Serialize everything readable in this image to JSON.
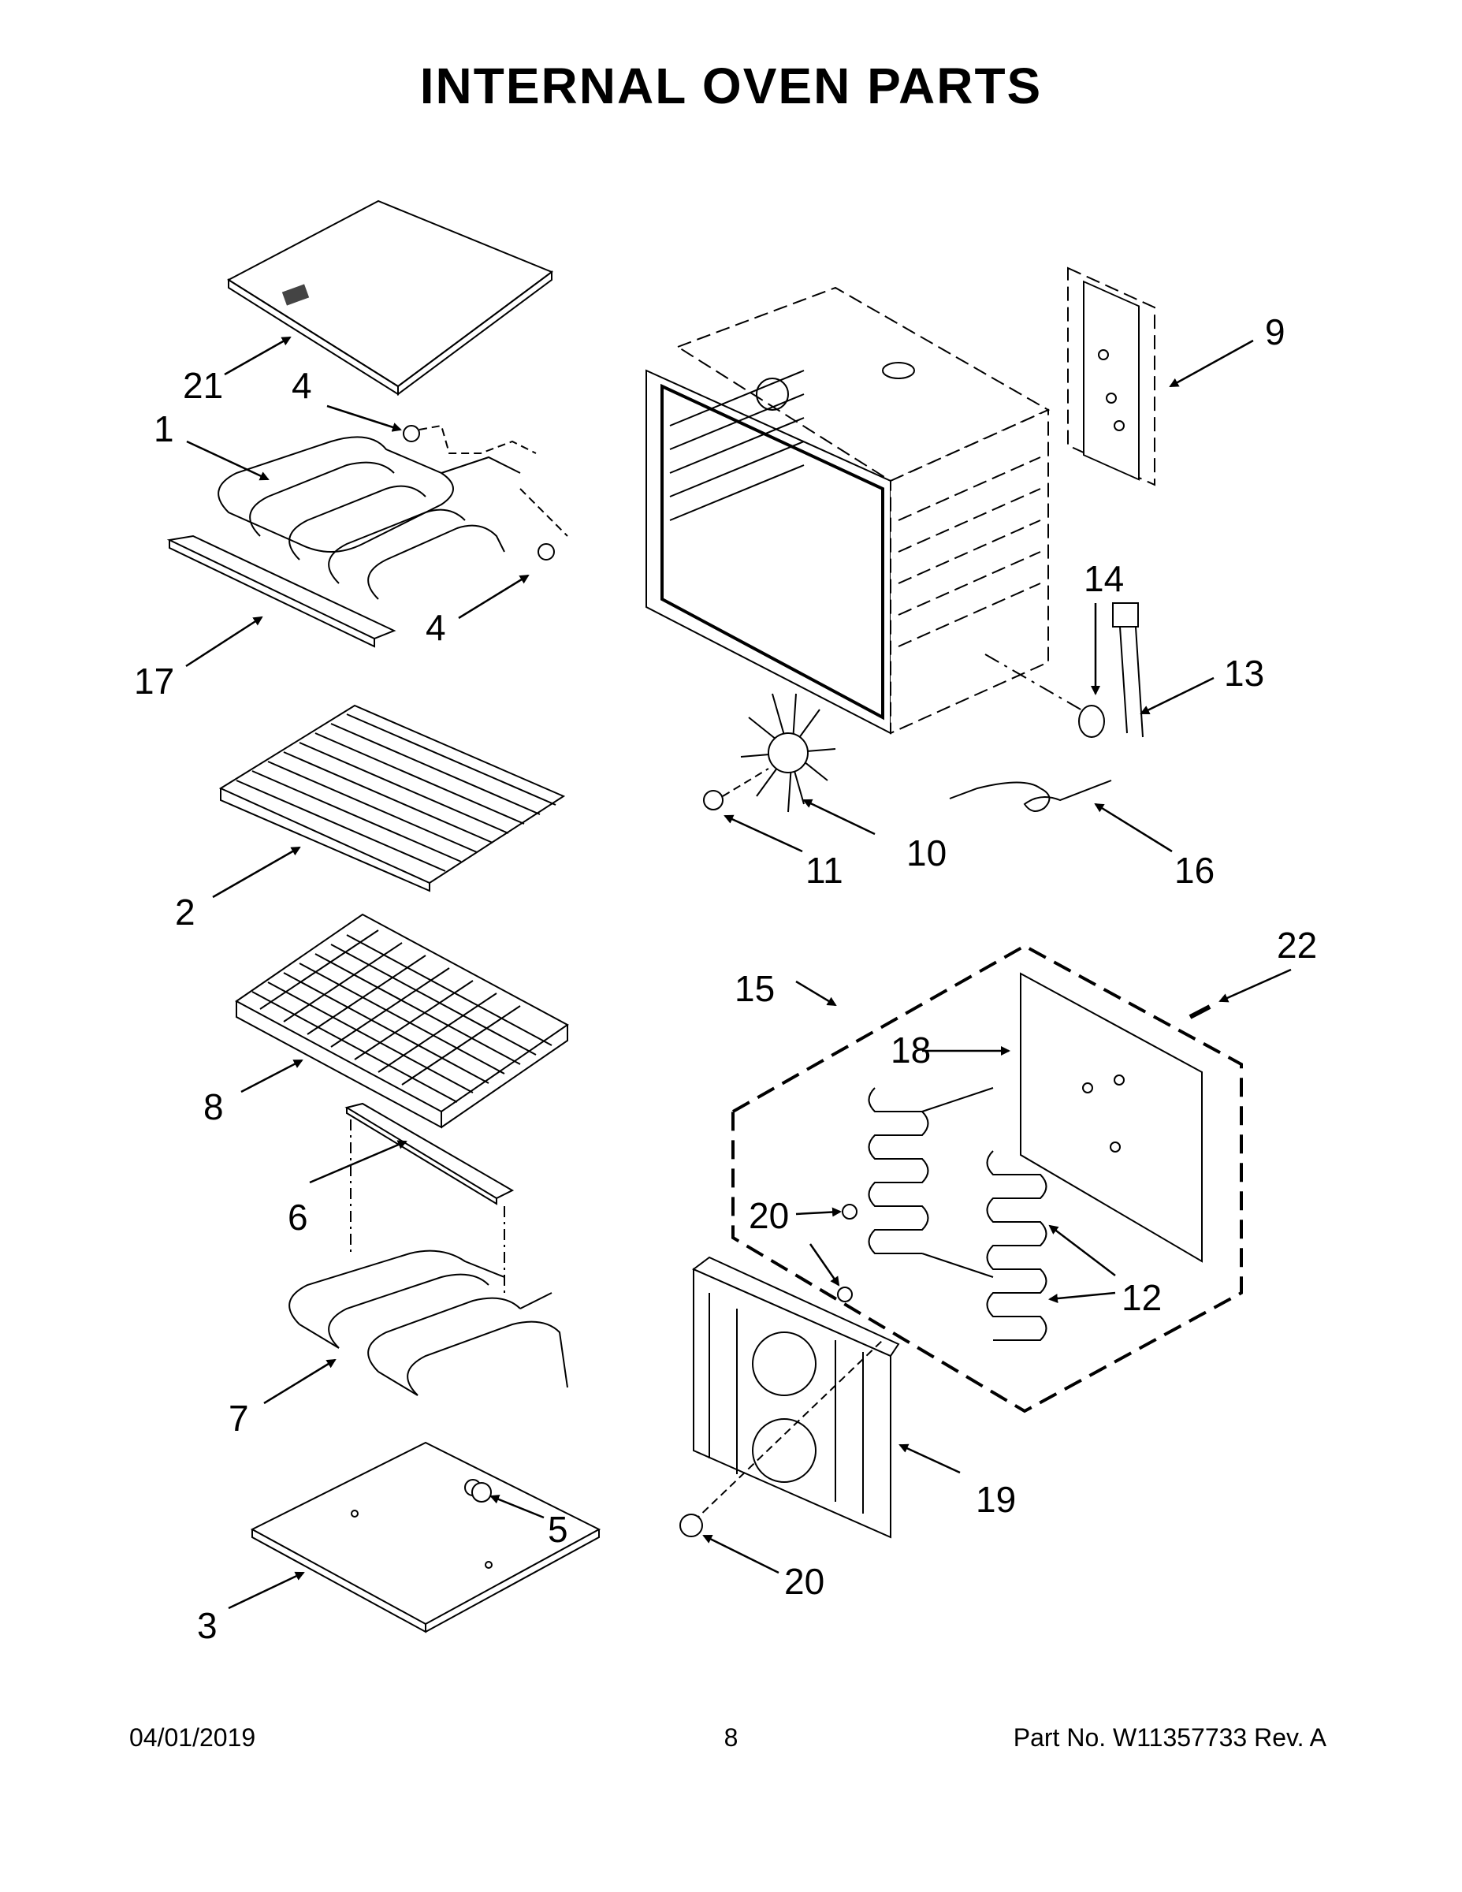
{
  "title": "INTERNAL OVEN PARTS",
  "callouts": {
    "c1": "1",
    "c2": "2",
    "c3": "3",
    "c4a": "4",
    "c4b": "4",
    "c5": "5",
    "c6": "6",
    "c7": "7",
    "c8": "8",
    "c9": "9",
    "c10": "10",
    "c11": "11",
    "c12": "12",
    "c13": "13",
    "c14": "14",
    "c15": "15",
    "c16": "16",
    "c17": "17",
    "c18": "18",
    "c19": "19",
    "c20a": "20",
    "c20b": "20",
    "c21": "21",
    "c22": "22"
  },
  "footer": {
    "date": "04/01/2019",
    "page": "8",
    "part_no": "Part No.  W11357733  Rev.  A"
  }
}
